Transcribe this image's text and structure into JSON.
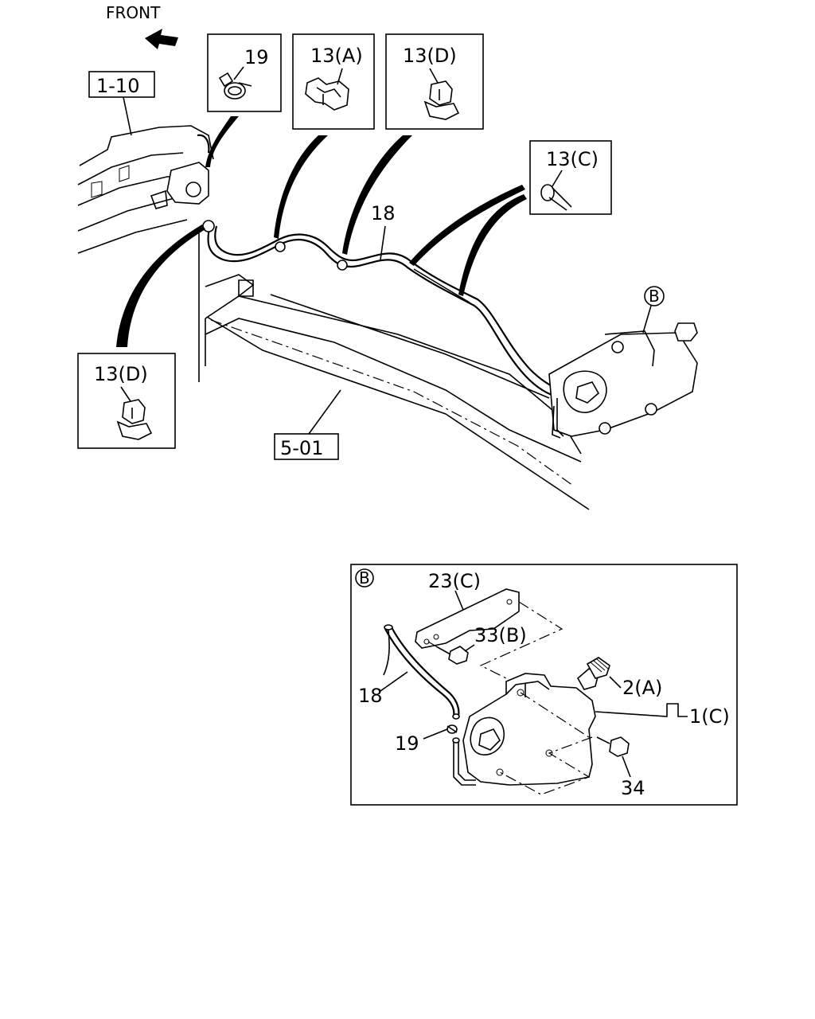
{
  "orientation": {
    "front_label": "FRONT"
  },
  "references": {
    "ref_1_10": "1-10",
    "ref_5_01": "5-01"
  },
  "callouts": {
    "part_19_top": "19",
    "part_13A_top": "13(A)",
    "part_13D_top": "13(D)",
    "part_13C": "13(C)",
    "part_13D_left": "13(D)",
    "part_18_main": "18",
    "detail_marker_main": "B"
  },
  "detail_b": {
    "marker": "B",
    "part_23C": "23(C)",
    "part_33B": "33(B)",
    "part_2A": "2(A)",
    "part_1C": "1(C)",
    "part_18": "18",
    "part_19": "19",
    "part_34": "34"
  },
  "icons": {
    "front_arrow": "front-arrow-icon"
  }
}
